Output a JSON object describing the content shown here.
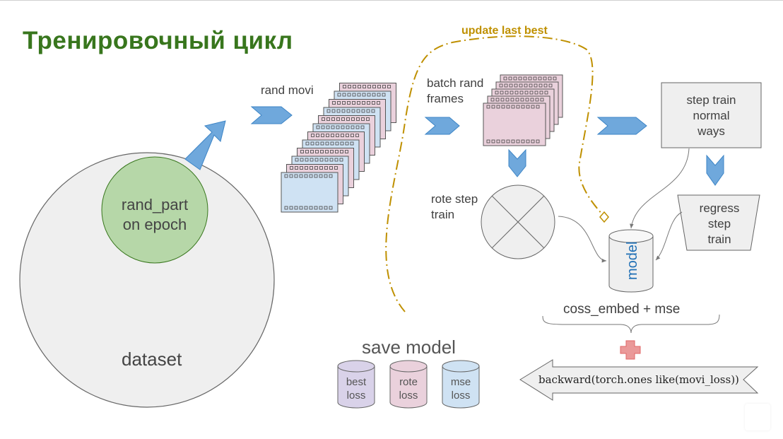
{
  "title": "Тренировочный цикл",
  "update_label": "update last best",
  "labels": {
    "rand_movi": "rand movi",
    "batch_rand_line1": "batch rand",
    "batch_rand_line2": "frames",
    "step_train_line1": "step train",
    "step_train_line2": "normal",
    "step_train_line3": "ways",
    "rote_step_line1": "rote step",
    "rote_step_line2": "train",
    "regress_line1": "regress",
    "regress_line2": "step",
    "regress_line3": "train",
    "model": "model",
    "loss_formula": "coss_embed + mse",
    "backward": "backward(torch.ones like(movi_loss))",
    "save_model": "save model",
    "rand_part_line1": "rand_part",
    "rand_part_line2": "on epoch",
    "dataset": "dataset"
  },
  "save_cylinders": [
    {
      "line1": "best",
      "line2": "loss",
      "fill": "#d9d2e9"
    },
    {
      "line1": "rote",
      "line2": "loss",
      "fill": "#ead1dc"
    },
    {
      "line1": "mse",
      "line2": "loss",
      "fill": "#cfe2f3"
    }
  ],
  "colors": {
    "title": "#38761d",
    "accent_gold": "#bf9000",
    "arrow_blue": "#6fa8dc",
    "frame_pink": "#ead1dc",
    "frame_blue": "#cfe2f3",
    "dataset_fill": "#efefef",
    "rand_part_fill": "#b6d7a8",
    "plus_red": "#ea9999",
    "model_text": "#1f6fb5"
  },
  "icons": {
    "loop_arrow": "dash-dot-loop-arrow",
    "flow_arrow": "chevron-arrow",
    "combine": "plus-icon",
    "rote_node": "x-circle-icon"
  }
}
